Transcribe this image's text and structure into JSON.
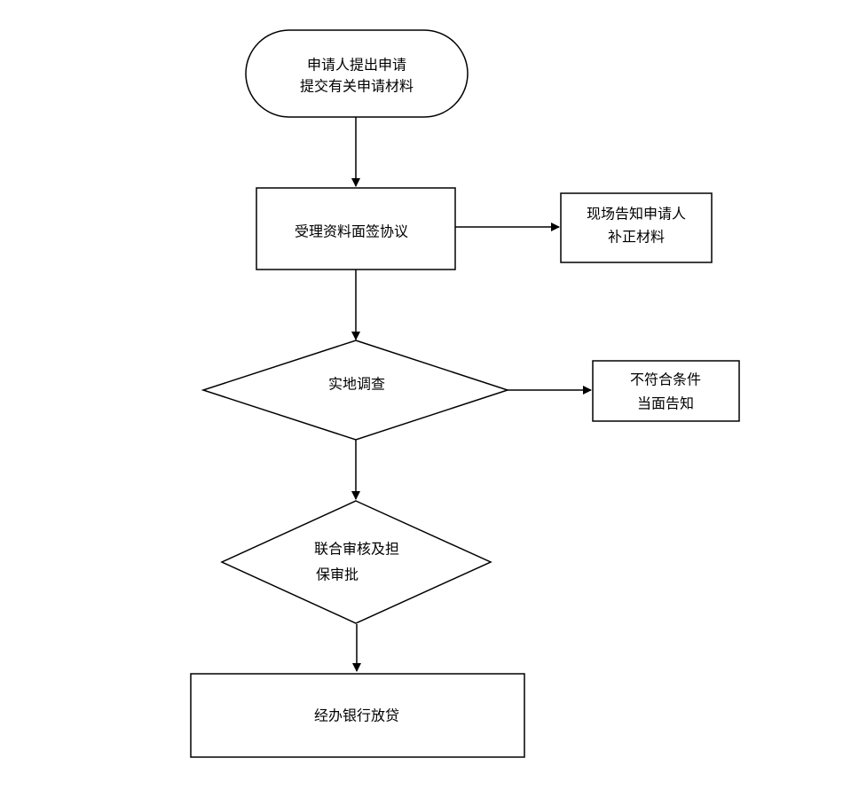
{
  "diagram": {
    "nodes": {
      "apply": {
        "lines": [
          "申请人提出申请",
          "提交有关申请材料"
        ]
      },
      "accept": {
        "lines": [
          "受理资料面签协议"
        ]
      },
      "notify_supplement": {
        "lines": [
          "现场告知申请人",
          "补正材料"
        ]
      },
      "site_survey": {
        "lines": [
          "实地调查"
        ]
      },
      "not_qualified": {
        "lines": [
          "不符合条件",
          "当面告知"
        ]
      },
      "joint_review": {
        "lines": [
          "联合审核及担",
          "保审批"
        ]
      },
      "bank_loan": {
        "lines": [
          "经办银行放贷"
        ]
      }
    },
    "edges": [
      {
        "from": "apply",
        "to": "accept"
      },
      {
        "from": "accept",
        "to": "notify_supplement"
      },
      {
        "from": "accept",
        "to": "site_survey"
      },
      {
        "from": "site_survey",
        "to": "not_qualified"
      },
      {
        "from": "site_survey",
        "to": "joint_review"
      },
      {
        "from": "joint_review",
        "to": "bank_loan"
      }
    ]
  }
}
